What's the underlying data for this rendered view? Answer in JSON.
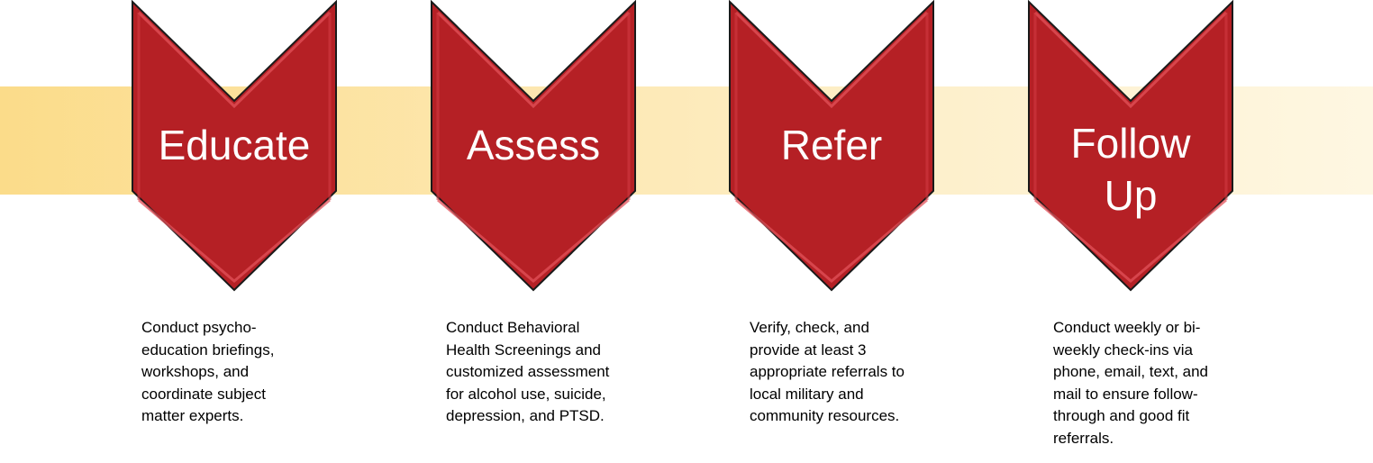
{
  "colors": {
    "chevron_fill": "#b52025",
    "chevron_highlight": "#e3525a",
    "band_start": "#fbdc8a",
    "band_end": "#fef7e2"
  },
  "steps": [
    {
      "title": "Educate",
      "description": " Conduct psycho-\neducation briefings,\nworkshops, and\ncoordinate subject\nmatter experts."
    },
    {
      "title": "Assess",
      "description": " Conduct Behavioral\nHealth Screenings and\ncustomized assessment\nfor alcohol use, suicide,\ndepression, and PTSD."
    },
    {
      "title": "Refer",
      "description": " Verify, check, and\nprovide at least 3\nappropriate referrals to\nlocal military and\ncommunity resources."
    },
    {
      "title": "Follow\nUp",
      "description": " Conduct weekly or bi-\nweekly check-ins via\nphone, email, text, and\nmail to ensure follow-\nthrough and good fit\nreferrals."
    }
  ]
}
